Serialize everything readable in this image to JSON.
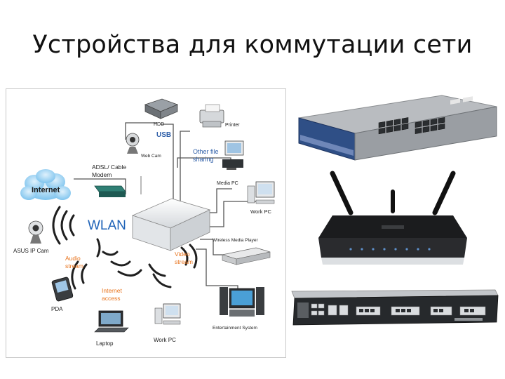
{
  "slide": {
    "title": "Устройства для коммутации сети"
  },
  "diagram": {
    "labels": {
      "hdd": "HDD",
      "usb": "USB",
      "printer": "Printer",
      "web_cam": "Web Cam",
      "other_file_sharing_1": "Other file",
      "other_file_sharing_2": "sharing",
      "adsl_1": "ADSL/ Cable",
      "adsl_2": "Modem",
      "internet": "Internet",
      "media_pc": "Media PC",
      "work_pc_top": "Work PC",
      "wlan": "WLAN",
      "asus_ip_cam": "ASUS IP Cam",
      "wireless_media_player": "Wireless Media Player",
      "audio_stream_1": "Audio",
      "audio_stream_2": "stream",
      "video_stream_1": "Video",
      "video_stream_2": "stream",
      "internet_access_1": "Internet",
      "internet_access_2": "access",
      "pda": "PDA",
      "laptop": "Laptop",
      "work_pc_bottom": "Work PC",
      "entertainment_system": "Entertainment System"
    },
    "colors": {
      "accent_orange": "#e8731c",
      "label_blue": "#2f5fa8",
      "wlan_blue": "#1f63b8",
      "internet_cloud": "#4aa3e0"
    }
  },
  "photos": {
    "switch": {
      "icon": "rack-switch-photo"
    },
    "router": {
      "icon": "wireless-router-photo"
    },
    "cisco": {
      "icon": "cisco-router-photo"
    }
  }
}
